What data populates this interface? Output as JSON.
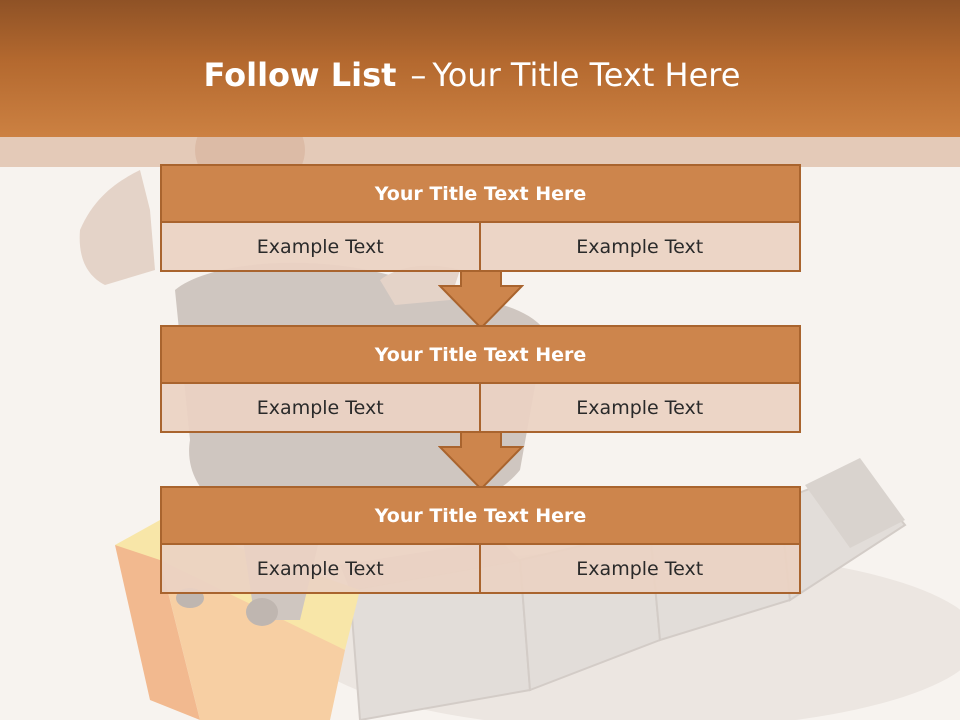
{
  "slide": {
    "title_bold": "Follow List",
    "title_dash": "–",
    "title_rest": "Your Title Text Here"
  },
  "steps": [
    {
      "heading": "Your Title Text Here",
      "cells": [
        "Example Text",
        "Example Text"
      ]
    },
    {
      "heading": "Your Title Text Here",
      "cells": [
        "Example Text",
        "Example Text"
      ]
    },
    {
      "heading": "Your Title Text Here",
      "cells": [
        "Example Text",
        "Example Text"
      ]
    }
  ],
  "colors": {
    "header_dark": "#8f5226",
    "header_light": "#cc8142",
    "block_fill": "#cd854c",
    "block_border": "#a9642e",
    "cell_fill": "#ebd2c3"
  }
}
